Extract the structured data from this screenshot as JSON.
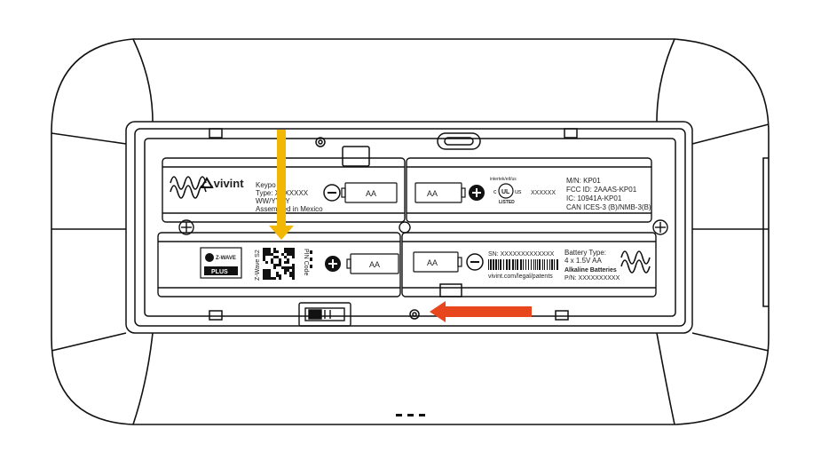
{
  "brand": {
    "name": ".vivint"
  },
  "battery_labels": {
    "aa_1": "AA",
    "aa_2": "AA",
    "aa_3": "AA",
    "aa_4": "AA"
  },
  "label_top_left": {
    "line1": "Keypo",
    "line2": "Type: XXXXXXX",
    "line3": "WW/YYYY",
    "line4": "Assembled in Mexico"
  },
  "label_top_right": {
    "line1": "M/N: KP01",
    "line2": "FCC ID: 2AAAS-KP01",
    "line3": "IC: 10941A-KP01",
    "line4": "CAN ICES-3 (B)/NMB-3(B)",
    "serial_placeholder": "XXXXXX",
    "ul_top": "intertek/etl/us",
    "ul_c": "c",
    "ul_us": "us",
    "ul_mark": "UL",
    "ul_listed": "LISTED"
  },
  "label_bottom_left": {
    "zwave_logo": "Z-WAVE",
    "plus_logo": "PLUS",
    "zwave_s2": "Z-Wave S2",
    "pin_code": "PIN Code"
  },
  "label_bottom_right": {
    "serial": "SN: XXXXXXXXXXXXX",
    "patents": "vivint.com/legal/patents",
    "battery_type": "Battery Type:",
    "battery_spec": "4 x 1.5V AA",
    "alkaline": "Alkaline Batteries",
    "pn": "P/N: XXXXXXXXXX"
  },
  "colors": {
    "arrow_yellow": "#F2B705",
    "arrow_red": "#E8471E",
    "line": "#111111"
  },
  "icons": [
    "minus-icon",
    "plus-icon",
    "spring-icon",
    "screw-icon",
    "ul-listed-icon",
    "qr-code-icon",
    "zwave-plus-logo",
    "vivint-logo-icon"
  ]
}
